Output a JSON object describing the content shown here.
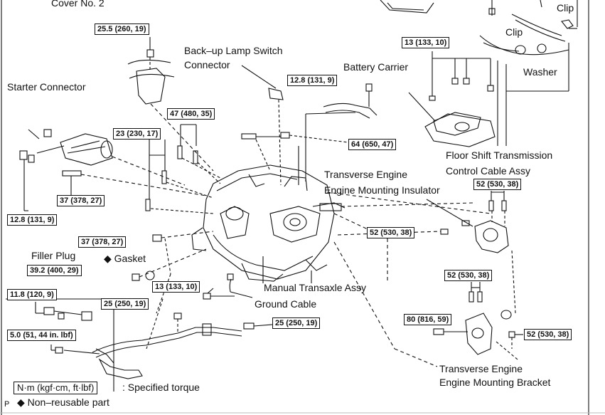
{
  "labels": {
    "cover": "Cover No. 2",
    "clip_top": "Clip",
    "clip": "Clip",
    "washer": "Washer",
    "backup_switch_line1": "Back–up Lamp Switch",
    "backup_switch_line2": "Connector",
    "battery_carrier": "Battery Carrier",
    "starter_connector": "Starter Connector",
    "floor_shift_line1": "Floor Shift Transmission",
    "floor_shift_line2": "Control Cable Assy",
    "te_insulator_line1": "Transverse Engine",
    "te_insulator_line2": "Engine Mounting Insulator",
    "filler_plug": "Filler Plug",
    "gasket": "◆ Gasket",
    "manual_transaxle": "Manual Transaxle Assy",
    "ground_cable": "Ground Cable",
    "te_bracket_line1": "Transverse Engine",
    "te_bracket_line2": "Engine Mounting Bracket"
  },
  "torques": {
    "t1": "25.5 (260, 19)",
    "t2": "13 (133, 10)",
    "t3": "12.8 (131, 9)",
    "t4": "47 (480, 35)",
    "t5": "23 (230, 17)",
    "t6": "64 (650, 47)",
    "t7": "37 (378, 27)",
    "t8": "12.8 (131, 9)",
    "t9": "52 (530, 38)",
    "t10": "37 (378, 27)",
    "t11": "52 (530, 38)",
    "t12": "39.2 (400, 29)",
    "t13": "52 (530, 38)",
    "t14": "11.8 (120, 9)",
    "t15": "13 (133, 10)",
    "t16": "25 (250, 19)",
    "t17": "80 (816, 59)",
    "t18": "52 (530, 38)",
    "t19": "5.0 (51, 44 in. lbf)",
    "t20": "25 (250, 19)"
  },
  "legend": {
    "unit": "N·m (kgf·cm, ft·lbf)",
    "specified": ": Specified torque",
    "p_mark": "P",
    "non_reusable": "◆ Non–reusable part"
  }
}
